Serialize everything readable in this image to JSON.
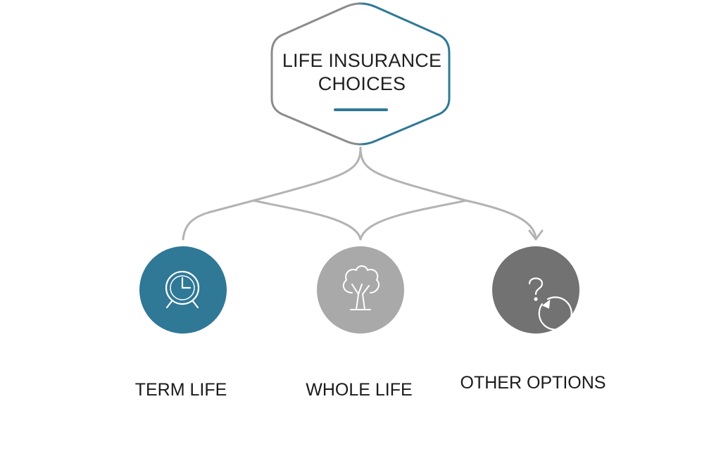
{
  "root": {
    "title_line1": "LIFE INSURANCE",
    "title_line2": "CHOICES"
  },
  "options": [
    {
      "label": "TERM LIFE",
      "icon": "clock-icon",
      "color": "#2f7896"
    },
    {
      "label": "WHOLE LIFE",
      "icon": "tree-icon",
      "color": "#a9a9a9"
    },
    {
      "label": "OTHER OPTIONS",
      "icon": "question-icon",
      "color": "#727272"
    }
  ],
  "colors": {
    "accent_blue": "#2f7896",
    "frame_gray": "#8a8a8a",
    "connector_gray": "#b3b3b3"
  }
}
